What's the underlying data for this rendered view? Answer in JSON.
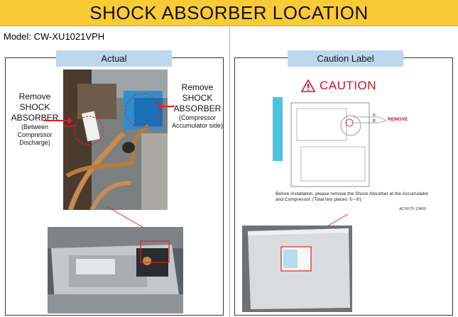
{
  "title": "SHOCK ABSORBER LOCATION",
  "model": "Model: CW-XU1021VPH",
  "tabs": {
    "actual": "Actual",
    "caution": "Caution Label"
  },
  "callout_left": {
    "line1": "Remove",
    "line2": "SHOCK",
    "line3": "ABSORBER",
    "sub": "(Between Compressor Discharge)"
  },
  "callout_right": {
    "line1": "Remove",
    "line2": "SHOCK",
    "line3": "ABSORBER",
    "sub": "(Compressor Accumulator side)"
  },
  "caution_label": {
    "heading": "CAUTION",
    "remove": "REMOVE",
    "marker1": "①",
    "marker2": "②",
    "instruction": "Before installation, please remove the Shock Absorber at the Accumulator and Compressor. (Total two places ①~②)",
    "code": "ACXF75-13450"
  },
  "colors": {
    "title_bg": "#fbcb36",
    "tab_bg": "#bdd7ee",
    "highlight_red": "#e0202a"
  }
}
